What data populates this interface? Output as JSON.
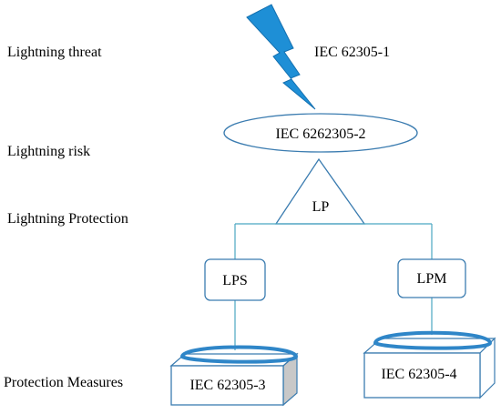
{
  "left_labels": {
    "threat": "Lightning threat",
    "risk": "Lightning risk",
    "protection": "Lightning Protection",
    "measures": "Protection Measures"
  },
  "nodes": {
    "threat_standard": "IEC 62305-1",
    "risk_standard": "IEC 6262305-2",
    "lp": "LP",
    "lps": "LPS",
    "lpm": "LPM",
    "measures_left": "IEC 62305-3",
    "measures_right": "IEC 62305-4"
  },
  "colors": {
    "line": "#3b7cb0",
    "connector": "#4ba6c2",
    "bolt": "#1e8fd6",
    "ring": "#2f86c8",
    "box_shade": "#c8c8c8"
  },
  "icons": {
    "threat": "lightning-bolt-icon"
  }
}
